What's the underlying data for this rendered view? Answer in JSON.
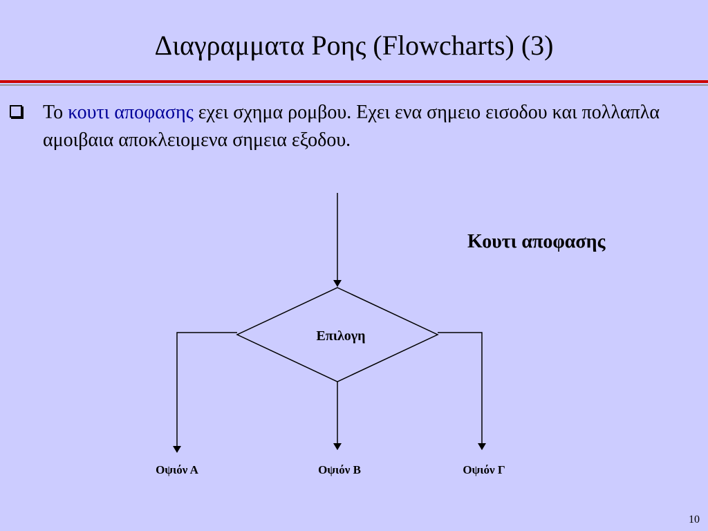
{
  "slide": {
    "title": "Διαγραμματα Ροης (Flowcharts)  (3)",
    "page_number": "10"
  },
  "bullet": {
    "text_before": "Το ",
    "highlight": "κουτι αποφασης",
    "text_after": " εχει σχημα ρομβου. Εχει ενα σημειο εισοδου και πολλαπλα  αμοιβαια αποκλειομενα σημεια εξοδου.",
    "highlight_color": "#000099"
  },
  "diagram": {
    "caption": "Κουτι αποφασης",
    "decision_label": "Επιλογη",
    "options": [
      "Οψιόν Α",
      "Οψιόν Β",
      "Οψιόν Γ"
    ]
  },
  "colors": {
    "background": "#ccccff",
    "title_rule": "#cc0000"
  }
}
